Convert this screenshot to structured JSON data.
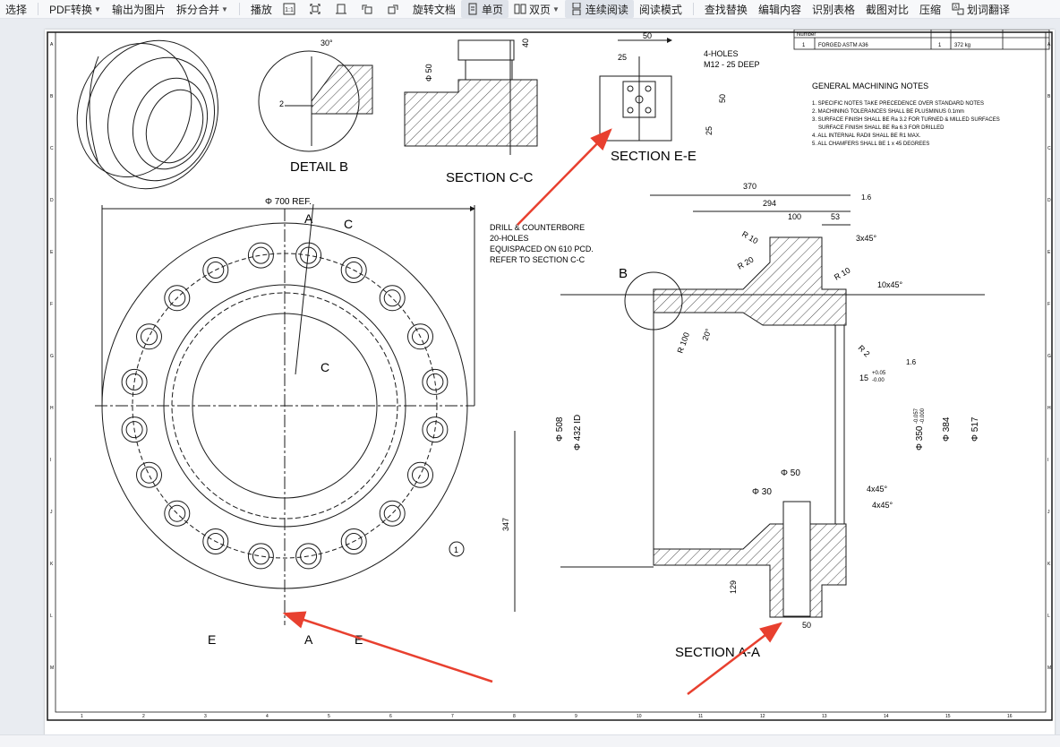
{
  "toolbar": {
    "select": "选择",
    "pdf_convert": "PDF转换",
    "export_image": "输出为图片",
    "split_merge": "拆分合并",
    "play": "播放",
    "rotate_doc": "旋转文档",
    "single_page": "单页",
    "double_page": "双页",
    "continuous_read": "连续阅读",
    "read_mode": "阅读模式",
    "find_replace": "查找替换",
    "edit_content": "编辑内容",
    "recognize_table": "识别表格",
    "screenshot_compare": "截图对比",
    "compress": "压缩",
    "word_translate": "划词翻译"
  },
  "drawing": {
    "detail_b": "DETAIL B",
    "section_cc": "SECTION C-C",
    "section_ee": "SECTION E-E",
    "section_aa": "SECTION A-A",
    "angle_30": "30°",
    "dim_2": "2",
    "dim_40": "40",
    "phi_50_cc": "Φ 50",
    "ee_50": "50",
    "ee_25": "25",
    "ee_50v": "50",
    "ee_25v": "25",
    "holes_note_1": "4-HOLES",
    "holes_note_2": "M12 - 25 DEEP",
    "phi_700": "Φ 700 REF.",
    "cut_a": "A",
    "cut_c": "C",
    "cut_e": "E",
    "drill_note_1": "DRILL & COUNTERBORE",
    "drill_note_2": "20-HOLES",
    "drill_note_3": "EQUISPACED ON 610 PCD.",
    "drill_note_4": "REFER TO SECTION C-C",
    "dim_347": "347",
    "balloon_1": "1",
    "label_b": "B",
    "dim_370": "370",
    "dim_294": "294",
    "dim_100": "100",
    "dim_53": "53",
    "chamfer_3x45": "3x45°",
    "r10_a": "R 10",
    "r10_b": "R 10",
    "r20": "R 20",
    "chamfer_10x45": "10x45°",
    "r100": "R 100",
    "ang20": "20°",
    "r2": "R 2",
    "surf_16a": "1.6",
    "surf_16b": "1.6",
    "dim_15": "15",
    "tol_15_up": "+0.05",
    "tol_15_dn": "-0.00",
    "phi_508": "Φ 508",
    "phi_432": "Φ 432 ID",
    "phi_350": "Φ 350",
    "tol_350_up": "-0.057",
    "tol_350_dn": "-0.000",
    "phi_384": "Φ 384",
    "phi_517": "Φ 517",
    "phi_50_aa": "Φ 50",
    "phi_30": "Φ 30",
    "chamfer_4x45a": "4x45°",
    "chamfer_4x45b": "4x45°",
    "dim_129": "129",
    "dim_50_bottom": "50",
    "number_header": "Number",
    "bom_item": "1",
    "bom_desc": "FORGED ASTM A36",
    "bom_qty": "1",
    "bom_weight": "372 kg",
    "notes_title": "GENERAL MACHINING NOTES",
    "note_1": "1. SPECIFIC NOTES TAKE PRECEDENCE OVER STANDARD NOTES",
    "note_2": "2. MACHINING TOLERANCES SHALL BE PLUSMINUS 0.1mm",
    "note_3": "3. SURFACE FINISH SHALL BE Ra 3.2 FOR TURNED & MILLED SURFACES",
    "note_3b": "SURFACE FINISH SHALL BE Ra 6.3 FOR DRILLED",
    "note_4": "4. ALL INTERNAL RADII SHALL BE R1 MAX.",
    "note_5": "5. ALL CHAMFERS SHALL BE 1 x 45 DEGREES",
    "border_rows": [
      "A",
      "B",
      "C",
      "D",
      "E",
      "F",
      "G",
      "H",
      "I",
      "J",
      "K",
      "L",
      "M"
    ],
    "border_cols": [
      "1",
      "2",
      "3",
      "4",
      "5",
      "6",
      "7",
      "8",
      "9",
      "10",
      "11",
      "12",
      "13",
      "14",
      "15",
      "16"
    ]
  },
  "colors": {
    "arrow": "#e8402f",
    "line": "#1a1a1a",
    "toolbar_bg": "#f7f8fa",
    "canvas_bg": "#e9ecf1"
  }
}
